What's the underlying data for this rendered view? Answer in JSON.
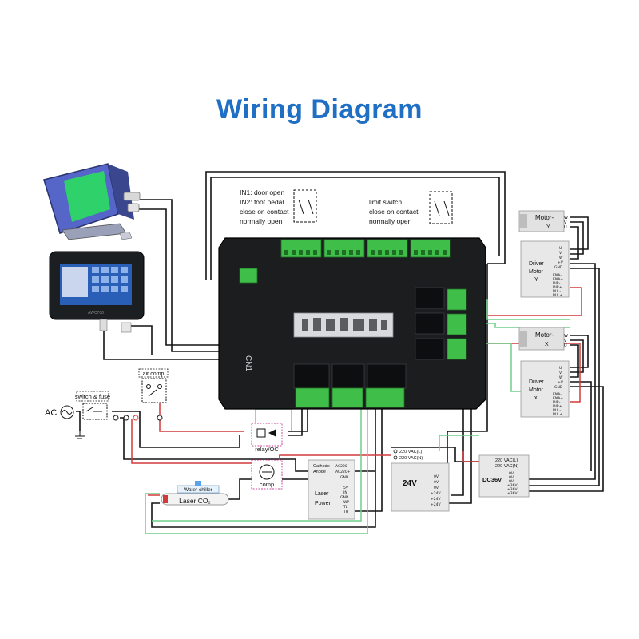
{
  "title": "Wiring Diagram",
  "inputs_note": {
    "line1": "IN1: door open",
    "line2": "IN2: foot pedal",
    "line3": "close on contact",
    "line4": "normally open"
  },
  "limit_note": {
    "line1": "limit switch",
    "line2": "close on contact",
    "line3": "normally open"
  },
  "controller": {
    "connector_label": "CN1"
  },
  "panel": {
    "model": "AWC708"
  },
  "motor_y": {
    "label": "Motor-",
    "axis": "Y",
    "pins": [
      "W",
      "V",
      "U"
    ]
  },
  "motor_x": {
    "label": "Motor-",
    "axis": "X",
    "pins": [
      "W",
      "V",
      "U"
    ]
  },
  "driver_y": {
    "label1": "Driver",
    "label2": "Motor",
    "label3": "Y",
    "top_pins": [
      "U",
      "V",
      "W",
      "+V",
      "GND"
    ],
    "bottom_pins": [
      "ENA-",
      "ENA+",
      "DIR-",
      "DIR+",
      "PUL-",
      "PUL+"
    ]
  },
  "driver_x": {
    "label1": "Driver",
    "label2": "Motor",
    "label3": "x",
    "top_pins": [
      "U",
      "V",
      "W",
      "+V",
      "GND"
    ],
    "bottom_pins": [
      "ENA-",
      "ENA+",
      "DIR-",
      "DIR+",
      "PUL-",
      "PUL+"
    ]
  },
  "ac": {
    "label": "AC"
  },
  "switch_fuse": {
    "label": "switch & fuse"
  },
  "air_comp": {
    "label": "air comp"
  },
  "relay": {
    "label": "relay/OC"
  },
  "comp": {
    "label": "comp"
  },
  "water_chiller": {
    "label": "Water chiller"
  },
  "laser_tube": {
    "label": "Laser CO₂"
  },
  "laser_power": {
    "label1": "Laser",
    "label2": "Power",
    "left_pins": [
      "Cathode",
      "Anode"
    ],
    "right_top_pins": [
      "AC220-",
      "AC220+",
      "GND"
    ],
    "right_pins": [
      "5V",
      "IN",
      "GND",
      "WP",
      "TL",
      "TH"
    ]
  },
  "psu24": {
    "label": "24V",
    "input_pins": [
      "220 VAC(L)",
      "220 VAC(N)"
    ],
    "output_pins": [
      "0V",
      "0V",
      "0V",
      "+24V",
      "+24V",
      "+24V"
    ]
  },
  "psu36": {
    "label": "DC36V",
    "input_pins": [
      "220 VAC(L)",
      "220 VAC(N)"
    ],
    "output_pins": [
      "0V",
      "0V",
      "0V",
      "+36V",
      "+36V",
      "+36V"
    ]
  },
  "colors": {
    "title": "#1f6fc4",
    "board": "#1b1d1f",
    "terminal": "#3fbf4a",
    "wire_black": "#141414",
    "wire_red": "#d23a3a",
    "wire_green": "#6fcf8a",
    "monitor_screen": "#2fd26a",
    "monitor_frame": "#5565c8"
  }
}
